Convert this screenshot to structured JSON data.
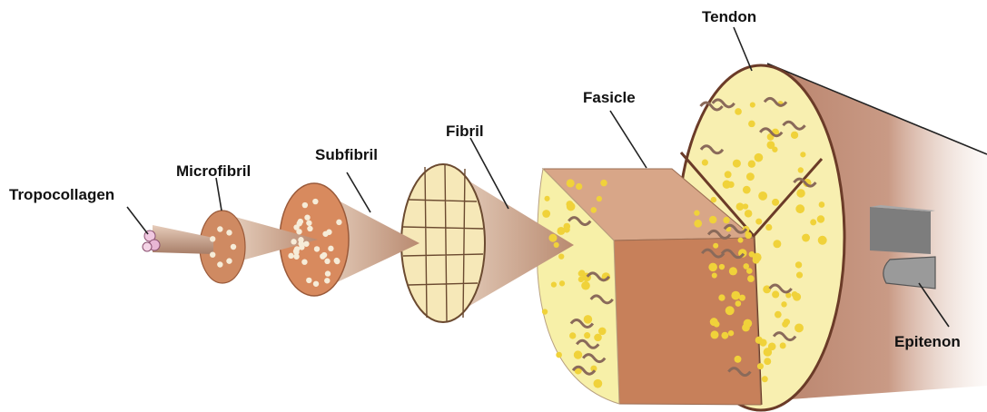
{
  "labels": {
    "tropocollagen": "Tropocollagen",
    "microfibril": "Microfibril",
    "subfibril": "Subfibril",
    "fibril": "Fibril",
    "fasicle": "Fasicle",
    "tendon": "Tendon",
    "epitenon": "Epitenon"
  },
  "colors": {
    "sheath": "#c4907a",
    "cone": "#c8a58e",
    "fibril_face": "#f5e7b9",
    "fasicle_face": "#f7f0a8",
    "fasicle_side": "#c7805a",
    "fasicle_top": "#d9a88a",
    "tendon_face": "#faf3b4",
    "dot": "#f0d23a",
    "subfibril_face": "#d88a5e",
    "epitenon": "#8f8f8f"
  }
}
